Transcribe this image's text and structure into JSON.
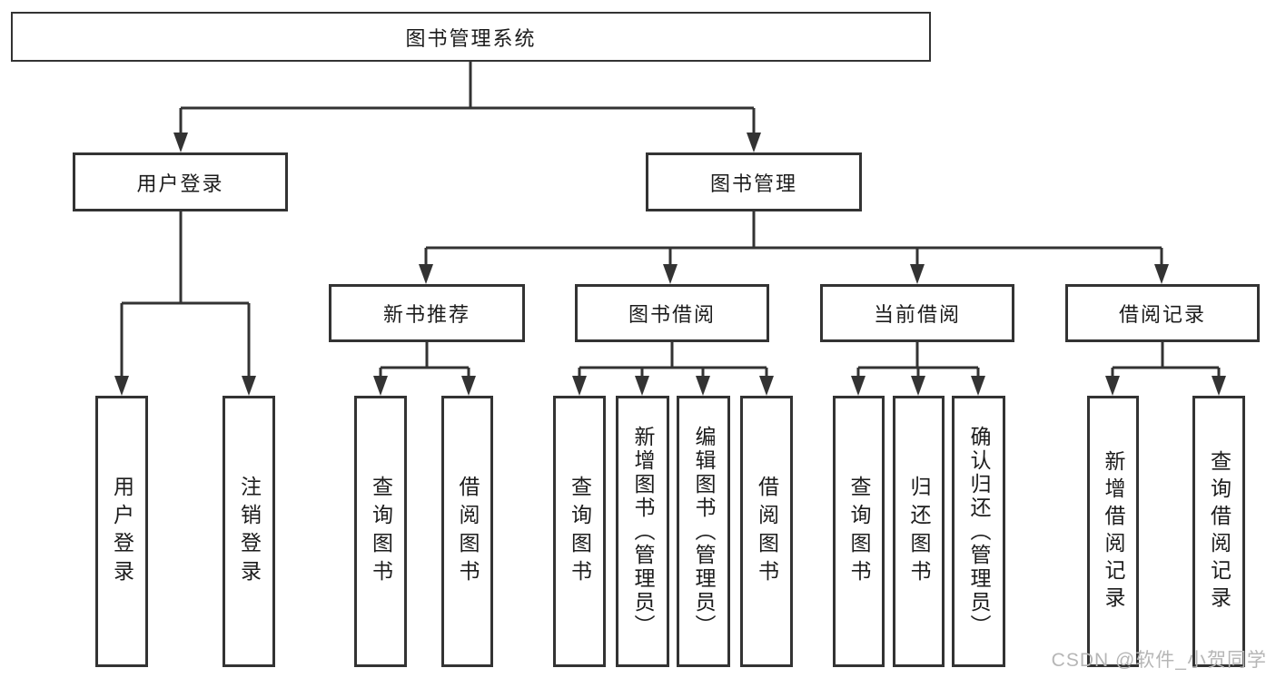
{
  "diagram": {
    "title_node": {
      "label": "图书管理系统"
    },
    "level2": {
      "user_login": {
        "label": "用户登录"
      },
      "book_mgmt": {
        "label": "图书管理"
      }
    },
    "level3": {
      "new_book_rec": {
        "label": "新书推荐"
      },
      "book_borrow": {
        "label": "图书借阅"
      },
      "current_borrow": {
        "label": "当前借阅"
      },
      "borrow_record": {
        "label": "借阅记录"
      }
    },
    "leaves": {
      "user_login": {
        "label": "用户登录"
      },
      "logout": {
        "label": "注销登录"
      },
      "query_book_a": {
        "label": "查询图书"
      },
      "borrow_book_a": {
        "label": "借阅图书"
      },
      "query_book_b": {
        "label": "查询图书"
      },
      "add_book_admin": {
        "label": "新增图书（管理员）"
      },
      "edit_book_admin": {
        "label": "编辑图书（管理员）"
      },
      "borrow_book_b": {
        "label": "借阅图书"
      },
      "query_book_c": {
        "label": "查询图书"
      },
      "return_book": {
        "label": "归还图书"
      },
      "confirm_return_admin": {
        "label": "确认归还（管理员）"
      },
      "add_borrow_record": {
        "label": "新增借阅记录"
      },
      "query_borrow_record": {
        "label": "查询借阅记录"
      }
    }
  },
  "watermark": {
    "text": "CSDN @软件_小贺同学"
  },
  "colors": {
    "line": "#333333",
    "text": "#1c1c1c",
    "watermark": "#b6b6b6",
    "background": "#ffffff"
  }
}
